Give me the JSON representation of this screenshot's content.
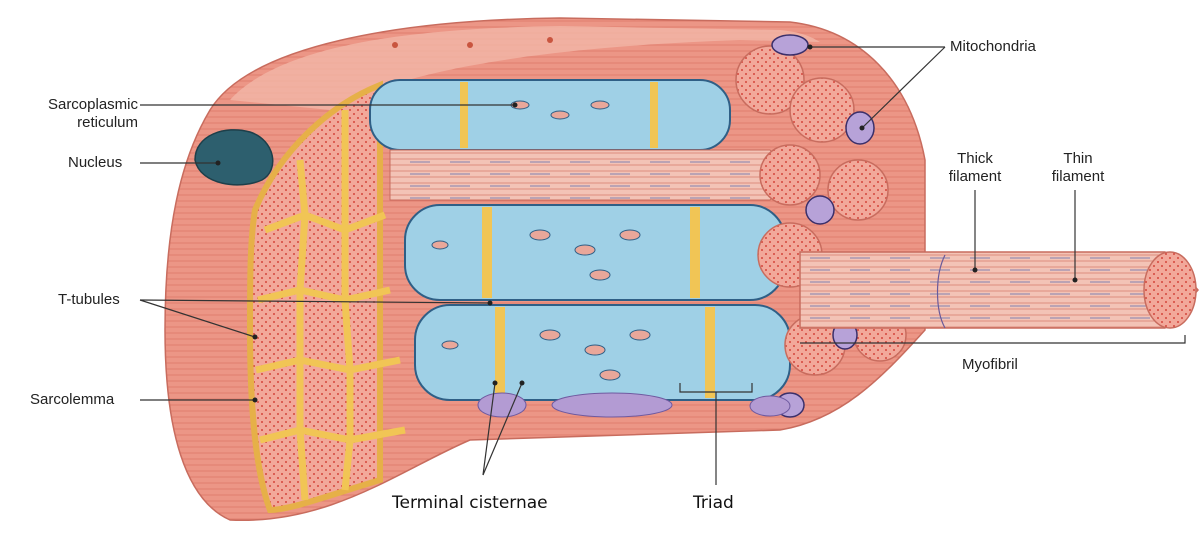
{
  "labels": {
    "sarcoplasmic_reticulum": "Sarcoplasmic\nreticulum",
    "nucleus": "Nucleus",
    "t_tubules": "T-tubules",
    "sarcolemma": "Sarcolemma",
    "mitochondria": "Mitochondria",
    "thick_filament": "Thick\nfilament",
    "thin_filament": "Thin\nfilament",
    "myofibril": "Myofibril",
    "terminal_cisternae": "Terminal cisternae",
    "triad": "Triad"
  },
  "colors": {
    "muscle_outer": "#e8897a",
    "muscle_light": "#f2b2a2",
    "muscle_face": "#f0a595",
    "t_tubule": "#f5c95a",
    "sr_blue": "#9fd0e6",
    "sr_dark": "#2f5f86",
    "nucleus": "#2d5f6e",
    "mito_purple": "#b7a2d8",
    "cisterna_purple": "#b39bd3",
    "leader_line": "#333333"
  }
}
